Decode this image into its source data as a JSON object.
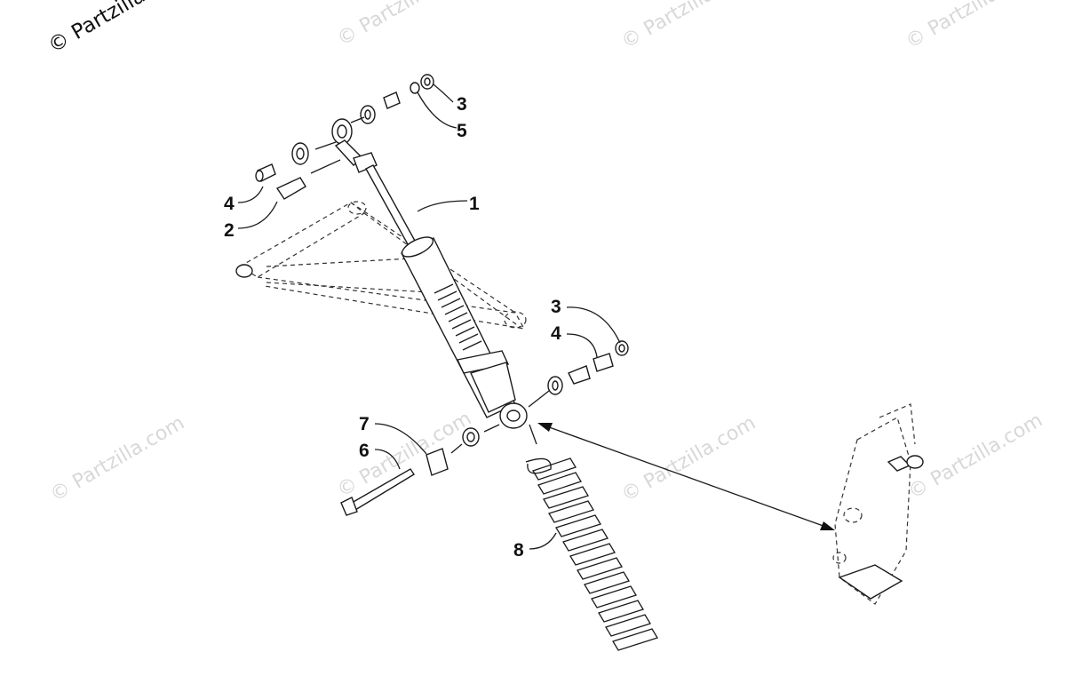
{
  "watermarks": {
    "corner": "© Partzilla.",
    "repeat": "© Partzilla.com"
  },
  "callouts": [
    {
      "id": "c1",
      "label": "1"
    },
    {
      "id": "c2",
      "label": "2"
    },
    {
      "id": "c3a",
      "label": "3"
    },
    {
      "id": "c3b",
      "label": "3"
    },
    {
      "id": "c4a",
      "label": "4"
    },
    {
      "id": "c4b",
      "label": "4"
    },
    {
      "id": "c5",
      "label": "5"
    },
    {
      "id": "c6",
      "label": "6"
    },
    {
      "id": "c7",
      "label": "7"
    },
    {
      "id": "c8",
      "label": "8"
    }
  ]
}
